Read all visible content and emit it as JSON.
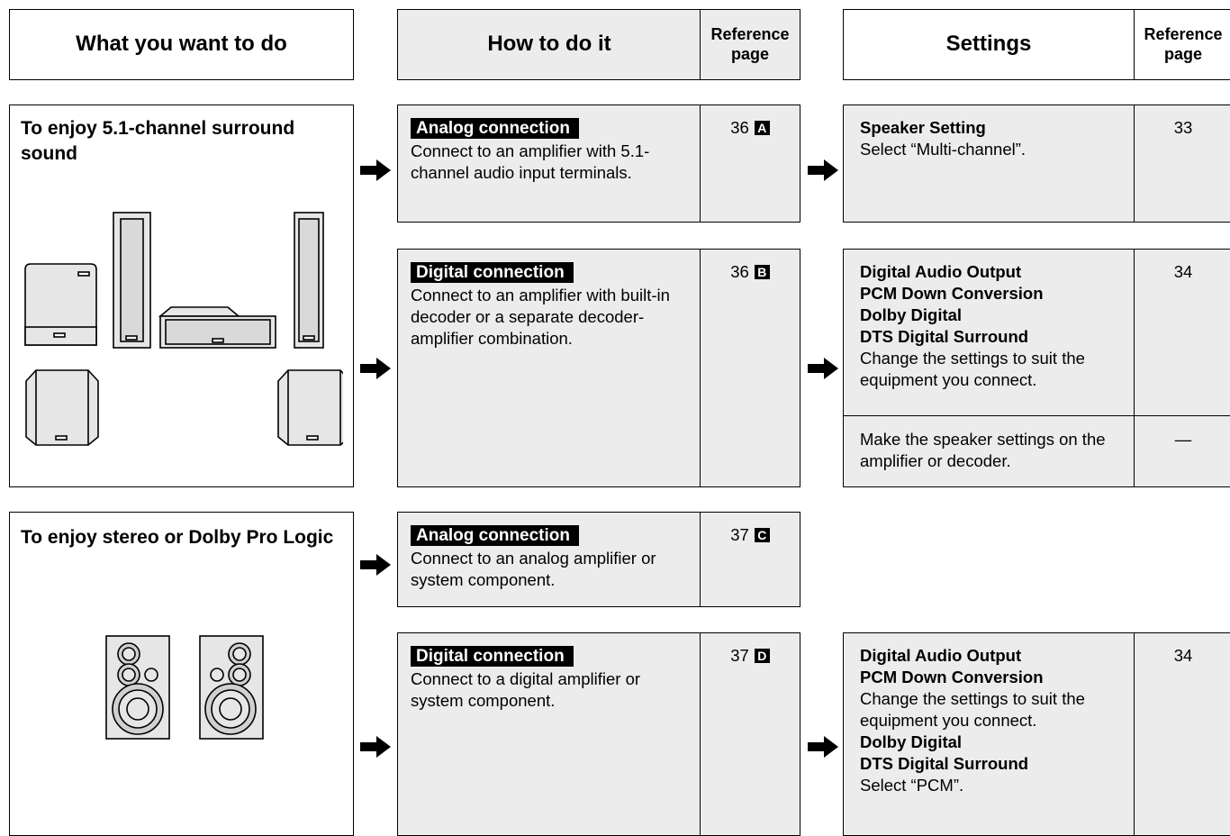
{
  "headers": {
    "what": "What you want to do",
    "how": "How to do it",
    "ref1": "Reference page",
    "settings": "Settings",
    "ref2": "Reference page"
  },
  "surround": {
    "title": "To enjoy 5.1-channel surround sound",
    "analog": {
      "label": "Analog connection",
      "desc": "Connect to an amplifier with 5.1-channel audio input terminals.",
      "ref_num": "36",
      "ref_letter": "A"
    },
    "digital": {
      "label": "Digital connection",
      "desc": "Connect to an amplifier with built-in decoder or a separate decoder-amplifier combination.",
      "ref_num": "36",
      "ref_letter": "B"
    },
    "setting1": {
      "title": "Speaker Setting",
      "desc": "Select “Multi-channel”.",
      "ref": "33"
    },
    "setting2": {
      "line1": "Digital Audio Output",
      "line2": "PCM Down Conversion",
      "line3": "Dolby Digital",
      "line4": "DTS Digital Surround",
      "desc": "Change the settings to suit the equipment you connect.",
      "ref": "34"
    },
    "setting3": {
      "desc": "Make the speaker settings on the amplifier or decoder.",
      "ref": "—"
    }
  },
  "stereo": {
    "title": "To enjoy stereo or Dolby Pro Logic",
    "analog": {
      "label": "Analog connection",
      "desc": "Connect to an analog amplifier or system component.",
      "ref_num": "37",
      "ref_letter": "C"
    },
    "digital": {
      "label": "Digital connection",
      "desc": "Connect to a digital amplifier or system component.",
      "ref_num": "37",
      "ref_letter": "D"
    },
    "setting": {
      "line1": "Digital Audio Output",
      "line2": "PCM Down Conversion",
      "desc1": "Change the settings to suit the equipment you connect.",
      "line3": "Dolby Digital",
      "line4": "DTS Digital Surround",
      "desc2": "Select “PCM”.",
      "ref": "34"
    }
  }
}
